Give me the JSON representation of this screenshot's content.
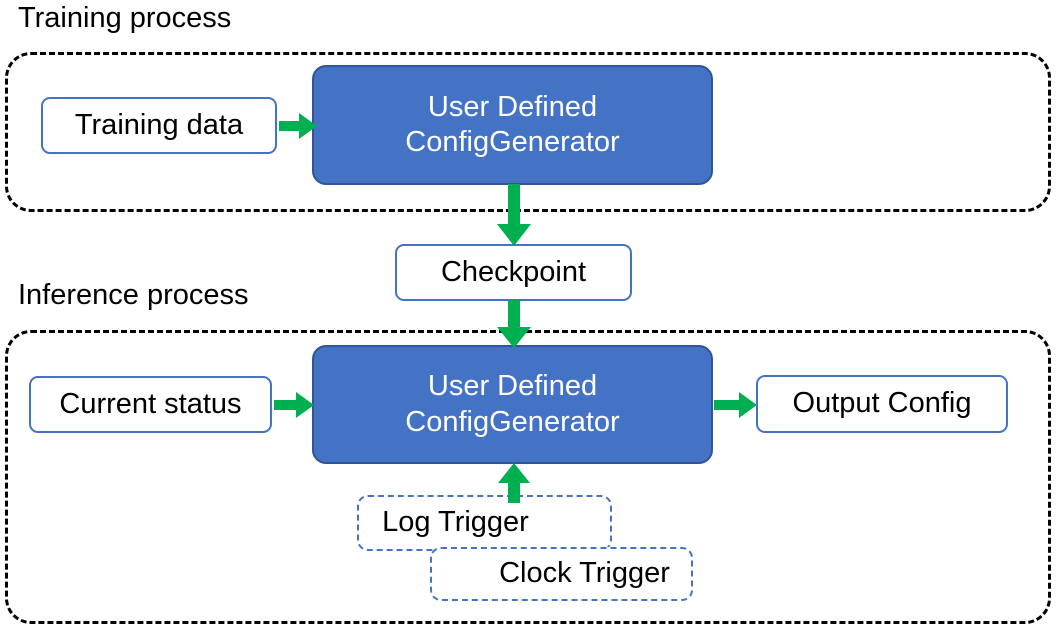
{
  "diagram": {
    "title_training": "Training process",
    "title_inference": "Inference process",
    "colors": {
      "primary_fill": "#4472C4",
      "primary_stroke": "#2F5597",
      "node_stroke": "#4472C4",
      "arrow": "#00B050",
      "container_stroke": "#000000",
      "text_dark": "#000000",
      "text_light": "#FFFFFF",
      "background": "#FFFFFF"
    }
  },
  "training": {
    "nodes": {
      "training_data": "Training data",
      "generator": "User Defined\nConfigGenerator"
    }
  },
  "bridge": {
    "checkpoint": "Checkpoint"
  },
  "inference": {
    "nodes": {
      "current_status": "Current status",
      "generator": "User Defined\nConfigGenerator",
      "output_config": "Output Config",
      "log_trigger": "Log Trigger",
      "clock_trigger": "Clock Trigger"
    }
  },
  "arrows": [
    {
      "name": "training-data-to-generator",
      "from": "Training data",
      "to": "User Defined ConfigGenerator",
      "direction": "right"
    },
    {
      "name": "generator-to-checkpoint",
      "from": "User Defined ConfigGenerator",
      "to": "Checkpoint",
      "direction": "down"
    },
    {
      "name": "checkpoint-to-inference-generator",
      "from": "Checkpoint",
      "to": "User Defined ConfigGenerator",
      "direction": "down"
    },
    {
      "name": "current-status-to-generator",
      "from": "Current status",
      "to": "User Defined ConfigGenerator",
      "direction": "right"
    },
    {
      "name": "generator-to-output-config",
      "from": "User Defined ConfigGenerator",
      "to": "Output Config",
      "direction": "right"
    },
    {
      "name": "triggers-to-generator",
      "from": "Log Trigger / Clock Trigger",
      "to": "User Defined ConfigGenerator",
      "direction": "up"
    }
  ]
}
